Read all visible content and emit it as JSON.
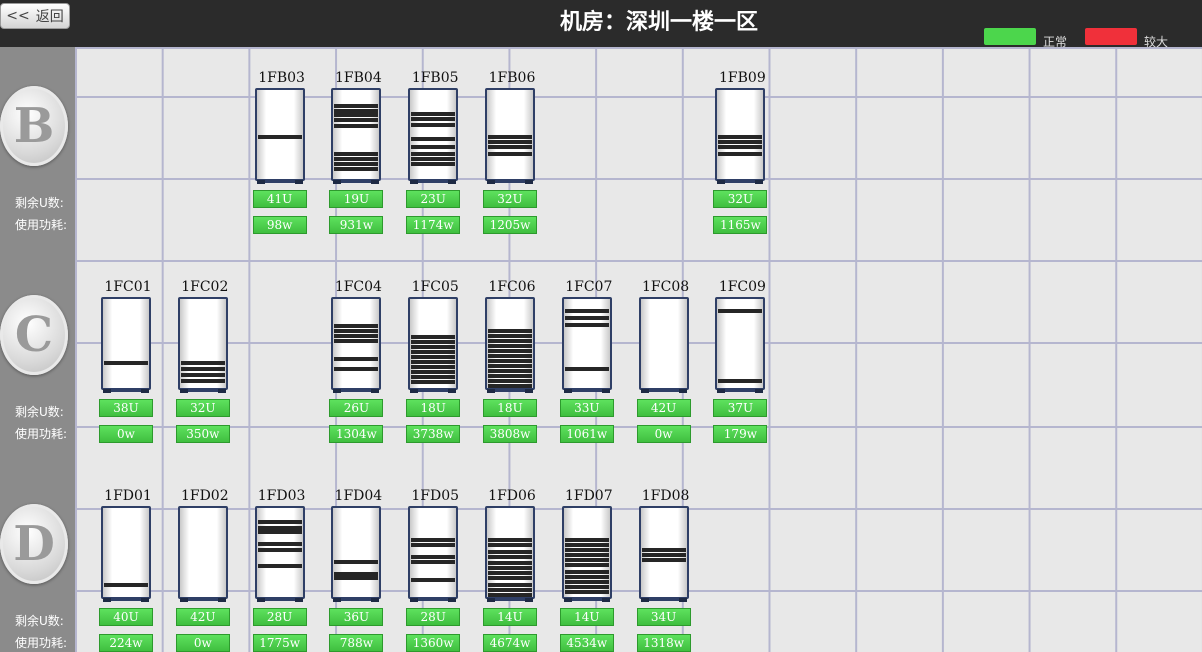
{
  "header": {
    "back_label": "返回",
    "back_icon": "<<",
    "title": "机房：深圳一楼一区"
  },
  "legend": [
    {
      "label": "正常",
      "color": "#4cd64c"
    },
    {
      "label": "较大",
      "color": "#f0303a"
    }
  ],
  "labels": {
    "remaining_u": "剩余U数:",
    "power": "使用功耗:"
  },
  "rows": [
    {
      "letter": "B",
      "racks": [
        {
          "name": "1FB03",
          "col": 2,
          "remaining_u": "41U",
          "power": "98w",
          "units": [
            45
          ]
        },
        {
          "name": "1FB04",
          "col": 3,
          "remaining_u": "19U",
          "power": "931w",
          "units": [
            14,
            19,
            23,
            28,
            34,
            62,
            67,
            72,
            77
          ]
        },
        {
          "name": "1FB05",
          "col": 4,
          "remaining_u": "23U",
          "power": "1174w",
          "units": [
            22,
            27,
            33,
            47,
            55,
            62,
            67,
            72
          ]
        },
        {
          "name": "1FB06",
          "col": 5,
          "remaining_u": "32U",
          "power": "1205w",
          "units": [
            45,
            50,
            55,
            62
          ]
        },
        {
          "name": "1FB09",
          "col": 8,
          "remaining_u": "32U",
          "power": "1165w",
          "units": [
            45,
            50,
            55,
            62
          ]
        }
      ]
    },
    {
      "letter": "C",
      "racks": [
        {
          "name": "1FC01",
          "col": 0,
          "remaining_u": "38U",
          "power": "0w",
          "units": [
            62
          ]
        },
        {
          "name": "1FC02",
          "col": 1,
          "remaining_u": "32U",
          "power": "350w",
          "units": [
            62,
            68,
            74,
            80
          ]
        },
        {
          "name": "1FC04",
          "col": 3,
          "remaining_u": "26U",
          "power": "1304w",
          "units": [
            25,
            30,
            35,
            40,
            58,
            68
          ]
        },
        {
          "name": "1FC05",
          "col": 4,
          "remaining_u": "18U",
          "power": "3738w",
          "units": [
            36,
            41,
            46,
            51,
            56,
            61,
            66,
            71,
            76,
            81
          ]
        },
        {
          "name": "1FC06",
          "col": 5,
          "remaining_u": "18U",
          "power": "3808w",
          "units": [
            30,
            35,
            40,
            45,
            50,
            55,
            60,
            65,
            70,
            75,
            80,
            85
          ]
        },
        {
          "name": "1FC07",
          "col": 6,
          "remaining_u": "33U",
          "power": "1061w",
          "units": [
            10,
            17,
            24,
            68
          ]
        },
        {
          "name": "1FC08",
          "col": 7,
          "remaining_u": "42U",
          "power": "0w",
          "units": []
        },
        {
          "name": "1FC09",
          "col": 8,
          "remaining_u": "37U",
          "power": "179w",
          "units": [
            10,
            80
          ]
        }
      ]
    },
    {
      "letter": "D",
      "racks": [
        {
          "name": "1FD01",
          "col": 0,
          "remaining_u": "40U",
          "power": "224w",
          "units": [
            75
          ]
        },
        {
          "name": "1FD02",
          "col": 1,
          "remaining_u": "42U",
          "power": "0w",
          "units": []
        },
        {
          "name": "1FD03",
          "col": 2,
          "remaining_u": "28U",
          "power": "1775w",
          "units": [
            12,
            18,
            22,
            34,
            40,
            56
          ]
        },
        {
          "name": "1FD04",
          "col": 3,
          "remaining_u": "36U",
          "power": "788w",
          "units": [
            52,
            64,
            68
          ]
        },
        {
          "name": "1FD05",
          "col": 4,
          "remaining_u": "28U",
          "power": "1360w",
          "units": [
            30,
            35,
            47,
            52,
            70
          ]
        },
        {
          "name": "1FD06",
          "col": 5,
          "remaining_u": "14U",
          "power": "4674w",
          "units": [
            30,
            35,
            42,
            47,
            53,
            58,
            63,
            68,
            75,
            80,
            85
          ]
        },
        {
          "name": "1FD07",
          "col": 6,
          "remaining_u": "14U",
          "power": "4534w",
          "units": [
            30,
            35,
            40,
            45,
            50,
            55,
            62,
            67,
            72,
            77,
            82
          ]
        },
        {
          "name": "1FD08",
          "col": 7,
          "remaining_u": "34U",
          "power": "1318w",
          "units": [
            40,
            45,
            50
          ]
        }
      ]
    }
  ]
}
